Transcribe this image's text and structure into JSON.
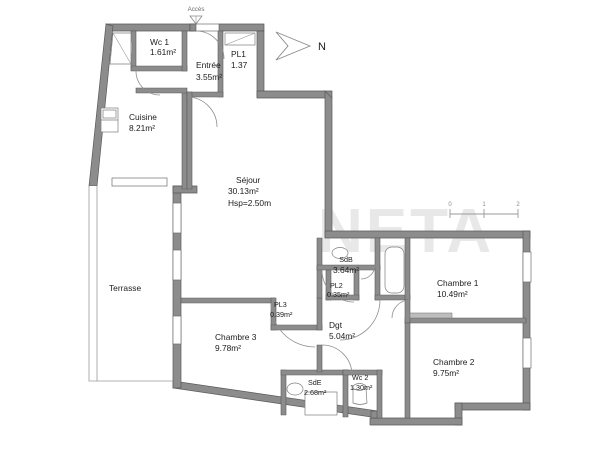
{
  "document": {
    "type": "architectural-floor-plan",
    "north_letter": "N",
    "access_label": "Accès",
    "watermark_text": "NETA"
  },
  "scale_bar": {
    "ticks": [
      "0",
      "1",
      "2"
    ]
  },
  "rooms": [
    {
      "id": "wc1",
      "name": "Wc 1",
      "area": "1.61m²"
    },
    {
      "id": "entree",
      "name": "Entrée",
      "area": "3.55m²"
    },
    {
      "id": "pl1",
      "name": "PL1",
      "area": "1.37"
    },
    {
      "id": "cuisine",
      "name": "Cuisine",
      "area": "8.21m²"
    },
    {
      "id": "sejour",
      "name": "Séjour",
      "area": "30.13m²",
      "extra": "Hsp=2.50m"
    },
    {
      "id": "terrasse",
      "name": "Terrasse",
      "area": ""
    },
    {
      "id": "sdb",
      "name": "SdB",
      "area": "3.64m²"
    },
    {
      "id": "chambre1",
      "name": "Chambre 1",
      "area": "10.49m²"
    },
    {
      "id": "pl2",
      "name": "PL2",
      "area": "0.35m²"
    },
    {
      "id": "pl3",
      "name": "PL3",
      "area": "0.39m²"
    },
    {
      "id": "dgt",
      "name": "Dgt",
      "area": "5.04m²"
    },
    {
      "id": "chambre3",
      "name": "Chambre 3",
      "area": "9.78m²"
    },
    {
      "id": "chambre2",
      "name": "Chambre 2",
      "area": "9.75m²"
    },
    {
      "id": "sde",
      "name": "SdE",
      "area": "2.68m²"
    },
    {
      "id": "wc2",
      "name": "Wc 2",
      "area": "1.30m²"
    }
  ],
  "colors": {
    "wall": "#8c8c8c",
    "wall_line": "#5a5a5a",
    "thin_line": "#6e6e6e",
    "text": "#1c1c1c",
    "watermark": "#e6e6e6",
    "background": "#ffffff"
  }
}
